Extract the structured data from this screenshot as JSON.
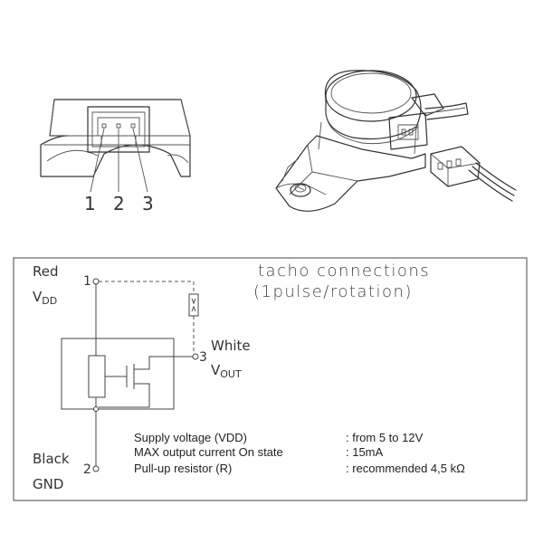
{
  "connector": {
    "pin_numbers": [
      "1",
      "2",
      "3"
    ]
  },
  "schematic": {
    "title_line1": "tacho connections",
    "title_line2": "(1pulse/rotation)",
    "pin1": {
      "number": "1",
      "color": "Red",
      "signal": "V",
      "signal_sub": "DD"
    },
    "pin2": {
      "number": "2",
      "color": "Black",
      "signal": "GND"
    },
    "pin3": {
      "number": "3",
      "color": "White",
      "signal": "V",
      "signal_sub": "OUT"
    }
  },
  "specs": [
    {
      "label": "Supply voltage (VDD)",
      "value": ": from 5 to 12V"
    },
    {
      "label": "MAX output current On state",
      "value": ": 15mA"
    },
    {
      "label": "Pull-up resistor (R)",
      "value": ": recommended 4,5 kΩ"
    }
  ]
}
